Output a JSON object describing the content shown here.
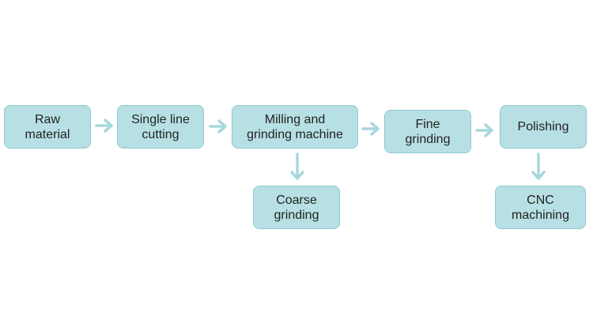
{
  "diagram": {
    "nodes": {
      "raw_material": "Raw\nmaterial",
      "single_line_cutting": "Single line\ncutting",
      "milling_grinding": "Milling and\ngrinding machine",
      "fine_grinding": "Fine\ngrinding",
      "polishing": "Polishing",
      "coarse_grinding": "Coarse\ngrinding",
      "cnc_machining": "CNC\nmachining"
    },
    "edges": [
      {
        "from": "raw_material",
        "to": "single_line_cutting"
      },
      {
        "from": "single_line_cutting",
        "to": "milling_grinding"
      },
      {
        "from": "milling_grinding",
        "to": "fine_grinding"
      },
      {
        "from": "fine_grinding",
        "to": "polishing"
      },
      {
        "from": "milling_grinding",
        "to": "coarse_grinding"
      },
      {
        "from": "polishing",
        "to": "cnc_machining"
      }
    ],
    "colors": {
      "node_fill": "#b7e0e4",
      "node_border": "#8ec9cf",
      "arrow": "#a9d8dc",
      "text": "#222222"
    }
  }
}
